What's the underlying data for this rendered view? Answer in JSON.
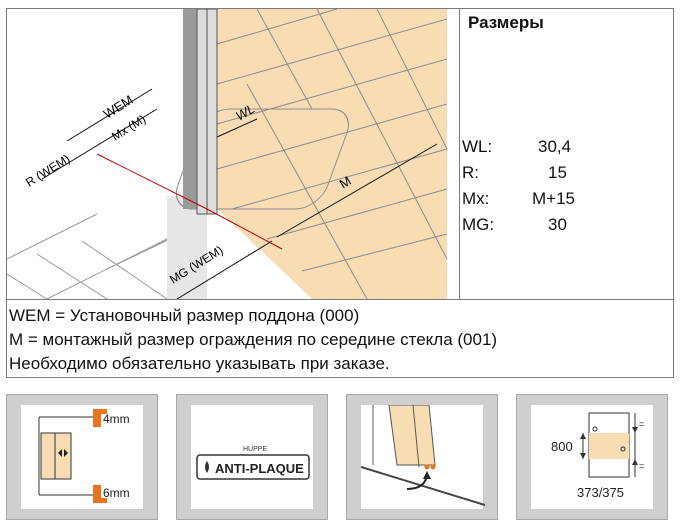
{
  "specs": {
    "title": "Размеры",
    "rows": [
      {
        "label": "WL:",
        "value": "30,4"
      },
      {
        "label": "R:",
        "value": "15"
      },
      {
        "label": "Mx:",
        "value": "M+15"
      },
      {
        "label": "MG:",
        "value": "30"
      }
    ]
  },
  "notes": [
    "WEM = Установочный размер поддона (000)",
    "M = монтажный размер ограждения по середине стекла (001)",
    "Необходимо обязательно указывать при заказе."
  ],
  "drawing": {
    "labels": {
      "wem": "WEM",
      "mx": "Mx (M)",
      "r": "R (WEM)",
      "wl": "WL",
      "m": "M",
      "mg": "MG (WEM)"
    }
  },
  "tiles": {
    "gap_top": "4mm",
    "gap_bottom": "6mm",
    "brand_small": "HUPPE",
    "brand_main": "ANTI-PLAQUE",
    "height_value": "800",
    "width_value": "373/375",
    "equal_mark": "="
  },
  "colors": {
    "glass_fill": "#f8dcb4",
    "accent_orange": "#e8741e",
    "grid_line": "#8c8c8c",
    "border": "#7a7a7a"
  }
}
